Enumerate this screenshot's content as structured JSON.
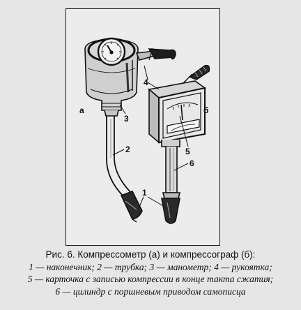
{
  "figure": {
    "panel_a_label": "а",
    "panel_b_label": "б",
    "part_labels": [
      "1",
      "2",
      "3",
      "4",
      "5",
      "6"
    ]
  },
  "caption": {
    "title": "Рис. 6. Компрессометр (а) и компрессограф (б):",
    "legend_lines": [
      "1 — наконечник; 2 — трубка; 3 — манометр; 4 — рукоятка;",
      "5 — карточка с записью компрессии в конце такта сжатия;",
      "6 — цилиндр с поршневым приводом самописца"
    ]
  },
  "colors": {
    "ink": "#111111",
    "paper": "#e6e6e6"
  }
}
